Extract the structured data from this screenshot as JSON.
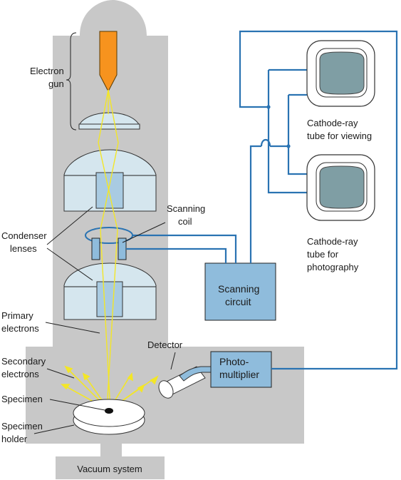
{
  "labels": {
    "electron_gun": [
      "Electron",
      "gun"
    ],
    "condenser_lenses": [
      "Condenser",
      "lenses"
    ],
    "scanning_coil": [
      "Scanning",
      "coil"
    ],
    "primary_electrons": [
      "Primary",
      "electrons"
    ],
    "secondary_electrons": [
      "Secondary",
      "electrons"
    ],
    "specimen": "Specimen",
    "specimen_holder": [
      "Specimen",
      "holder"
    ],
    "detector": "Detector",
    "photomultiplier": [
      "Photo-",
      "multiplier"
    ],
    "scanning_circuit": [
      "Scanning",
      "circuit"
    ],
    "crt_viewing": [
      "Cathode-ray",
      "tube for viewing"
    ],
    "crt_photography": [
      "Cathode-ray",
      "tube for",
      "photography"
    ],
    "vacuum_system": "Vacuum system"
  },
  "colors": {
    "column": "#c8c8c8",
    "lens": "#d5e6ee",
    "lens_bore": "#a9cbe2",
    "beam": "#f3e627",
    "wire": "#2a73b2",
    "box_fill": "#8fbcdc",
    "screen": "#7f9ea4",
    "gun": "#f7931e"
  }
}
